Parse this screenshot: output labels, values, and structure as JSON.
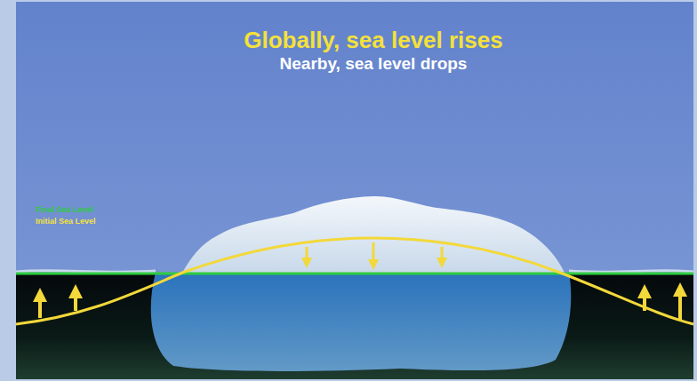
{
  "diagram": {
    "title": "Globally, sea level rises",
    "labels": [
      "Nearby, sea level drops",
      "Final Sea Level",
      "Initial Sea Level"
    ]
  }
}
